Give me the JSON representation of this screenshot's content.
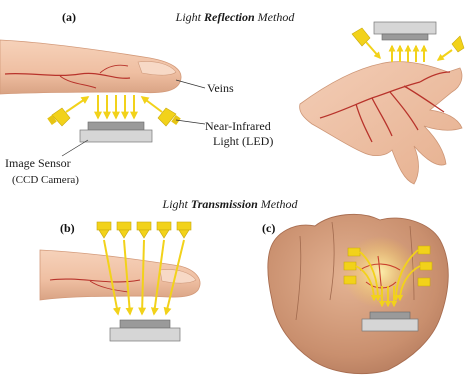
{
  "sections": {
    "reflection": {
      "title_prefix": "Light ",
      "title_emphasis": "Reflection",
      "title_suffix": " Method"
    },
    "transmission": {
      "title_prefix": "Light ",
      "title_emphasis": "Transmission",
      "title_suffix": " Method"
    }
  },
  "panels": {
    "a": "(a)",
    "b": "(b)",
    "c": "(c)"
  },
  "labels": {
    "veins": "Veins",
    "nir_line1": "Near-Infrared",
    "nir_line2": "Light (LED)",
    "sensor_line1": "Image Sensor",
    "sensor_line2": "(CCD Camera)"
  },
  "colors": {
    "skin": "#f0c4a8",
    "skin_shadow": "#d9a384",
    "vein": "#b8332b",
    "led": "#f2d21a",
    "beam": "#f4e27a",
    "sensor_top": "#9a9a9a",
    "sensor_base": "#d6d6d6"
  }
}
